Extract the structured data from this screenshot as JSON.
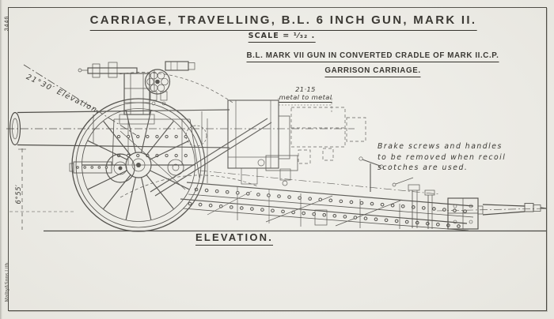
{
  "sheet": {
    "paper_color": "#efeee8",
    "ink_color": "#3b3934",
    "plate_number": "3446",
    "printer_credit": "Malby&Sons.Lith."
  },
  "header": {
    "title": "CARRIAGE, TRAVELLING, B.L. 6 INCH GUN, MARK II.",
    "scale_label": "SCALE = ¹⁄₃₂ .",
    "subtitle_line1": "B.L. MARK VII GUN IN CONVERTED CRADLE OF MARK II.C.P.",
    "subtitle_line2": "GARRISON CARRIAGE."
  },
  "drawing_labels": {
    "elevation_angle": "21°30′ Elevation.",
    "recoil_value": "21·15",
    "recoil_note": "metal to metal",
    "depression_angle": "6°55′",
    "brake_note_line1": "Brake screws and handles",
    "brake_note_line2": "to be removed when recoil",
    "brake_note_line3": "scotches are used.",
    "view_label": "ELEVATION."
  }
}
